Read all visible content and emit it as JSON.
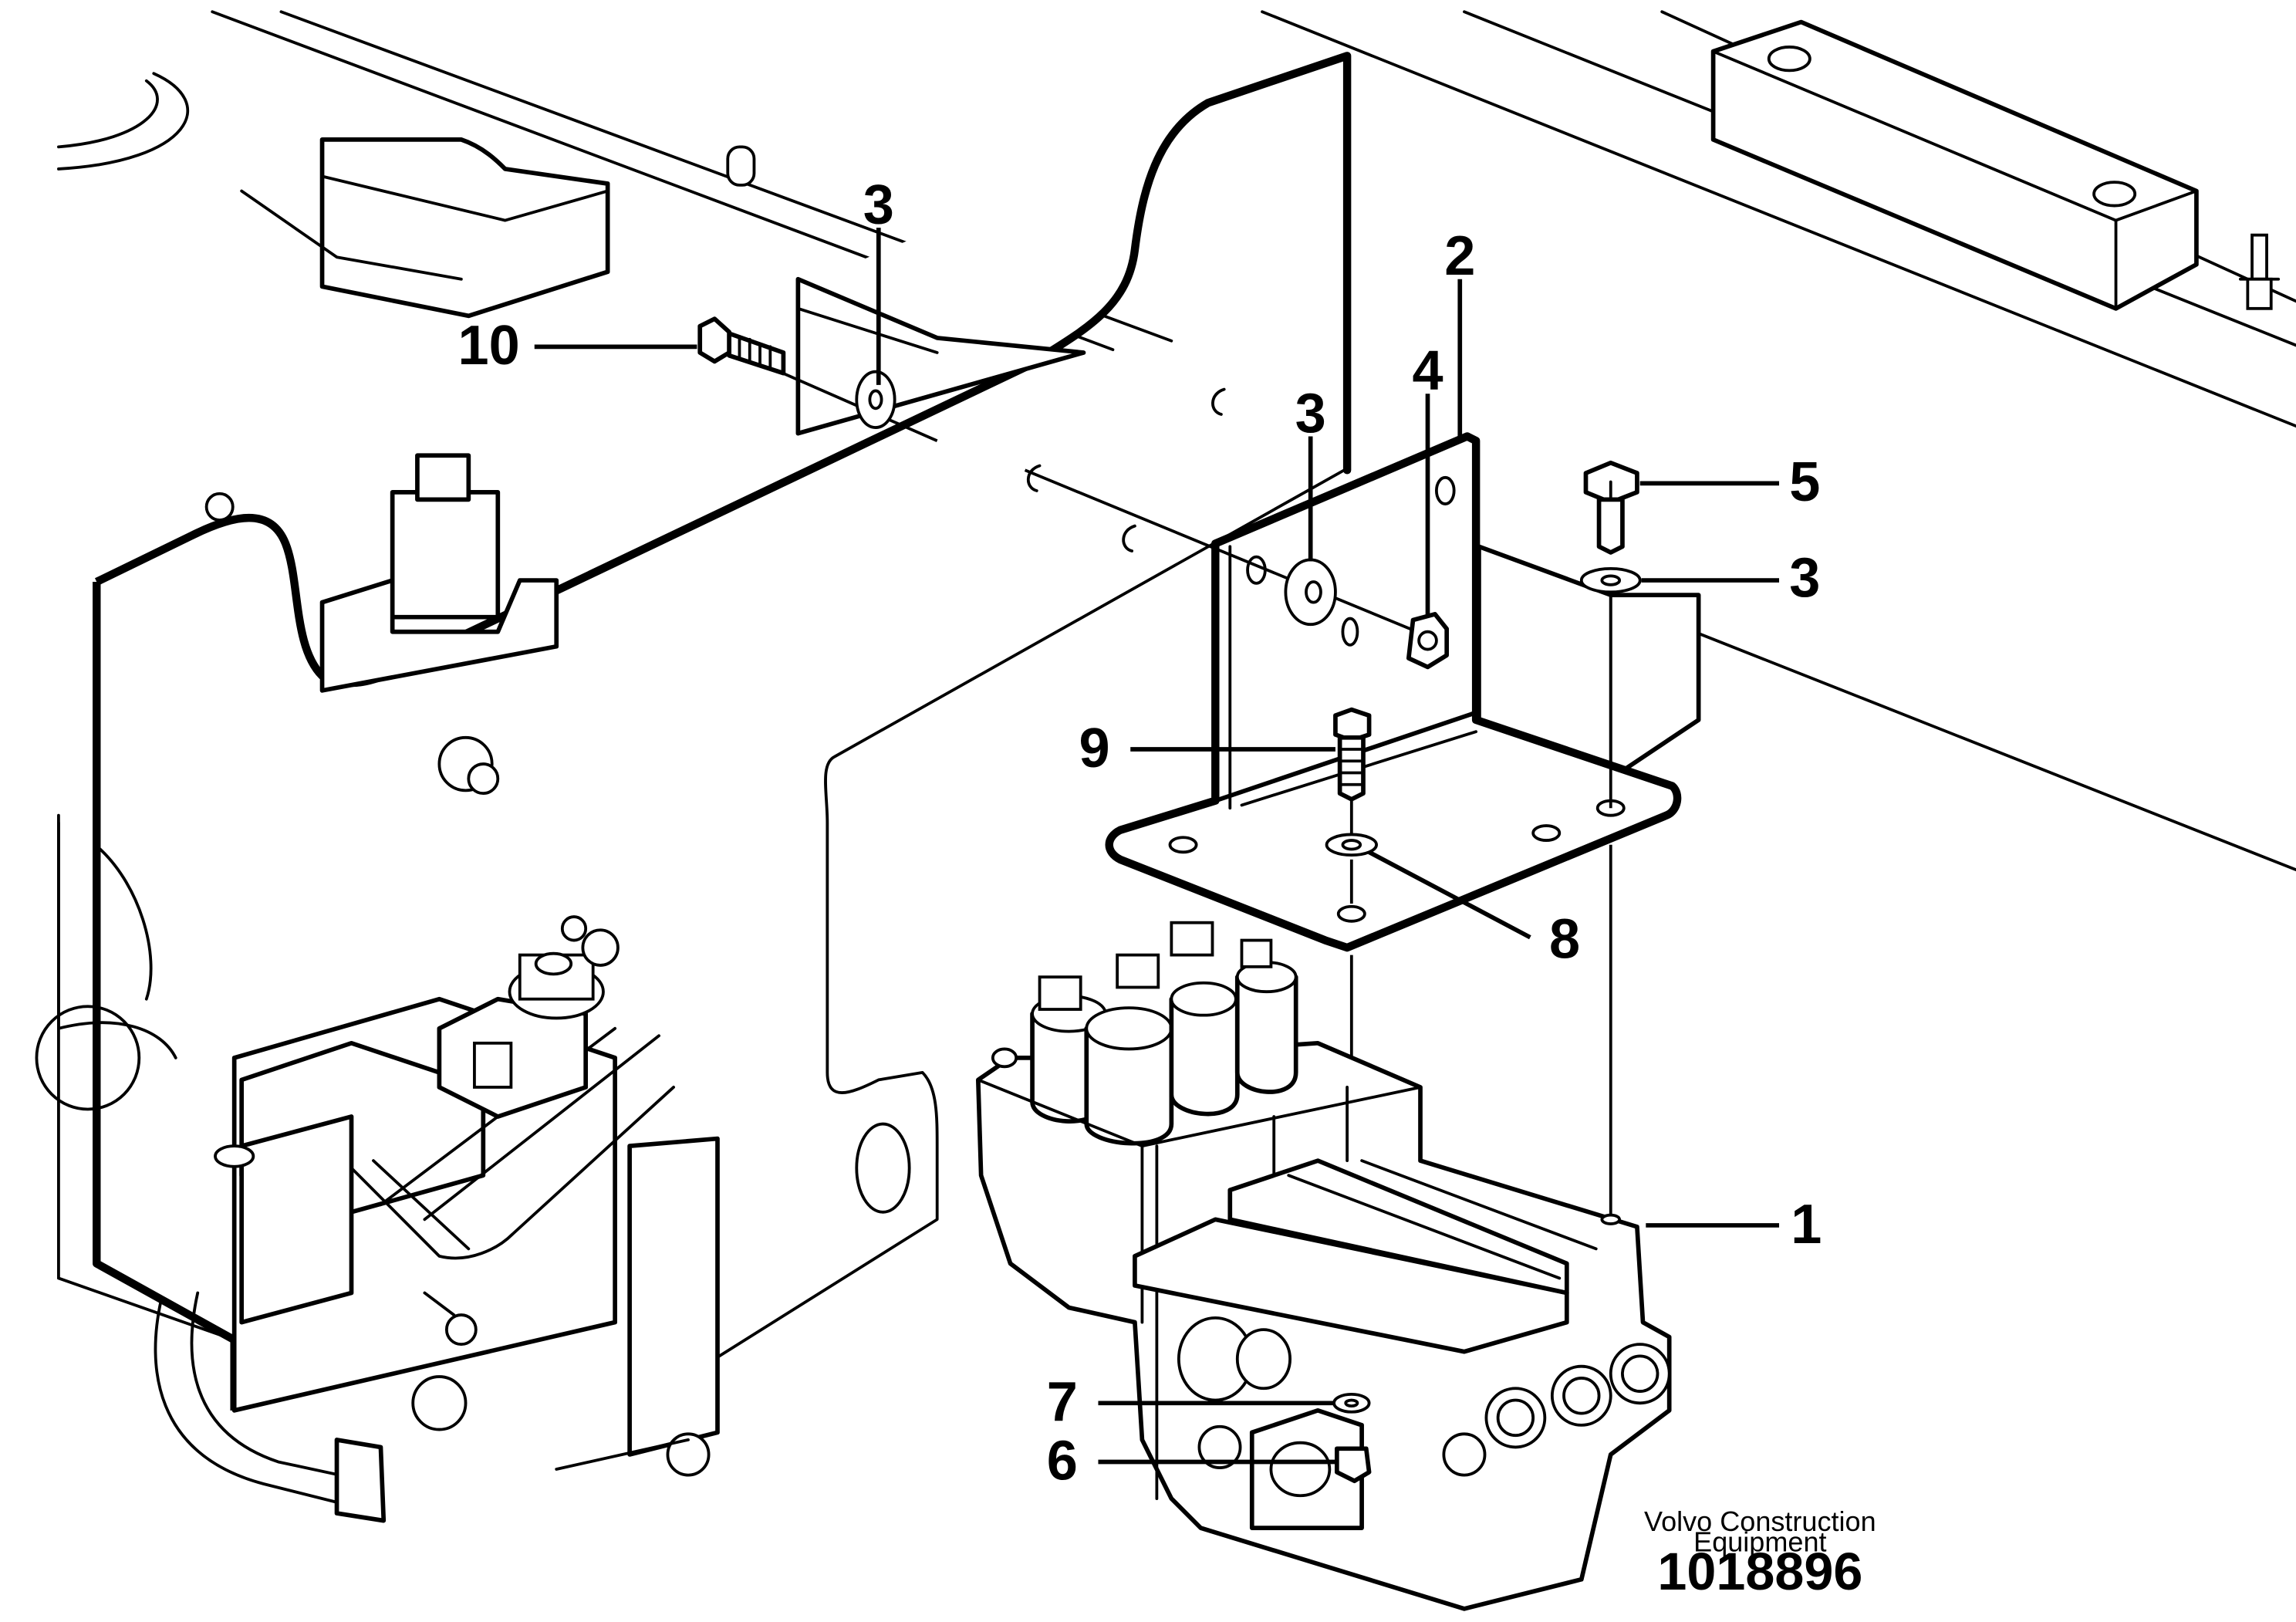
{
  "callouts": [
    {
      "id": "1",
      "label": "1"
    },
    {
      "id": "2",
      "label": "2"
    },
    {
      "id": "3a",
      "label": "3"
    },
    {
      "id": "3b",
      "label": "3"
    },
    {
      "id": "3c",
      "label": "3"
    },
    {
      "id": "4",
      "label": "4"
    },
    {
      "id": "5",
      "label": "5"
    },
    {
      "id": "6",
      "label": "6"
    },
    {
      "id": "7",
      "label": "7"
    },
    {
      "id": "8",
      "label": "8"
    },
    {
      "id": "9",
      "label": "9"
    },
    {
      "id": "10",
      "label": "10"
    }
  ],
  "credit": {
    "line1": "Volvo Construction",
    "line2": "Equipment"
  },
  "figure_number": "1018896"
}
